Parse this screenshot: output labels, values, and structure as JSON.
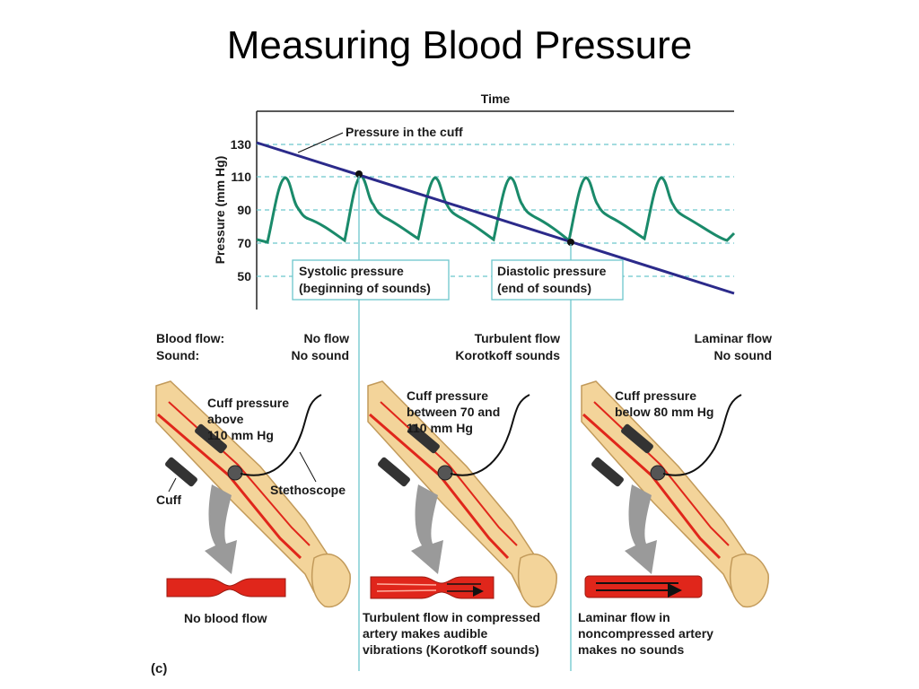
{
  "title": "Measuring Blood Pressure",
  "graph": {
    "x_axis_label": "Time",
    "y_axis_label": "Pressure (mm Hg)",
    "y_ticks": [
      "130",
      "110",
      "90",
      "70",
      "50"
    ],
    "cuff_label": "Pressure in the cuff",
    "systolic": [
      "Systolic pressure",
      "(beginning of sounds)"
    ],
    "diastolic": [
      "Diastolic pressure",
      "(end of sounds)"
    ]
  },
  "rows": {
    "flow_label": "Blood flow:",
    "sound_label": "Sound:"
  },
  "panels": [
    {
      "flow": "No flow",
      "sound": "No sound",
      "cuff_text": [
        "Cuff pressure",
        "above",
        "110 mm Hg"
      ],
      "caption": [
        "No blood flow"
      ]
    },
    {
      "flow": "Turbulent flow",
      "sound": "Korotkoff sounds",
      "cuff_text": [
        "Cuff pressure",
        "between 70 and",
        "110 mm Hg"
      ],
      "caption": [
        "Turbulent flow in compressed",
        "artery makes audible",
        "vibrations (Korotkoff sounds)"
      ]
    },
    {
      "flow": "Laminar flow",
      "sound": "No sound",
      "cuff_text": [
        "Cuff pressure",
        "below 80 mm Hg"
      ],
      "caption": [
        "Laminar flow in",
        "noncompressed artery",
        "makes no sounds"
      ]
    }
  ],
  "cuff_label": "Cuff",
  "stethoscope_label": "Stethoscope",
  "figure_label": "(c)",
  "colors": {
    "cuff_line": "#2b2a8a",
    "pulse_wave": "#1a8a6a",
    "grid": "#6cc6cc",
    "artery": "#e0261b",
    "skin": "#f3d49a",
    "arrow": "#9a9a9a"
  }
}
